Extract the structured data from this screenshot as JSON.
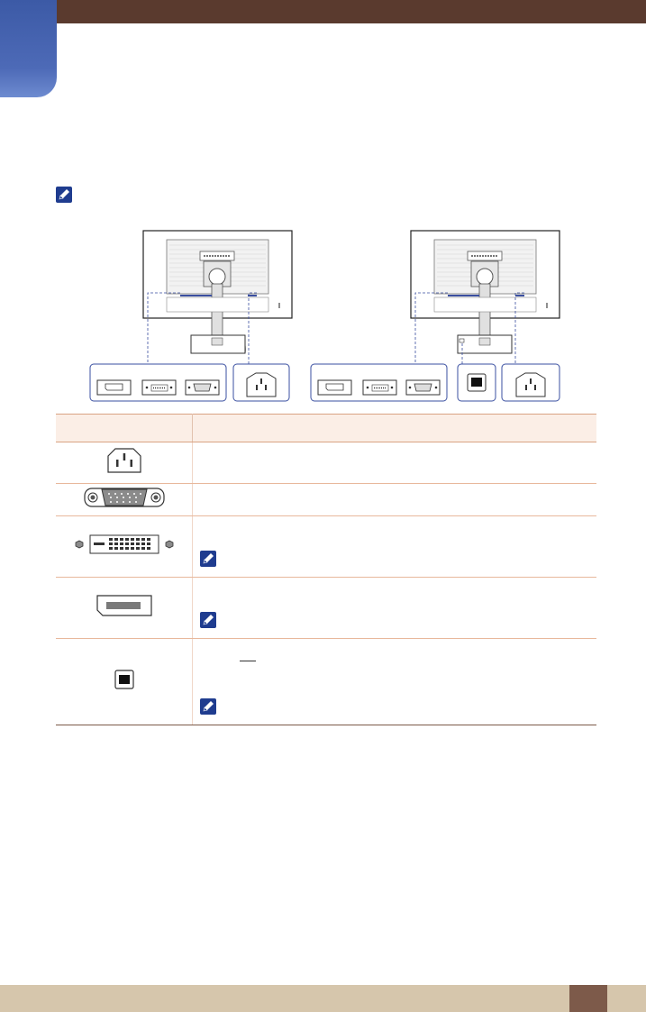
{
  "icons": {
    "note": "note-pencil-icon",
    "power_port": "power-port-icon",
    "vga_port": "vga-port-icon",
    "dvi_port": "dvi-port-icon",
    "dp_port": "displayport-icon",
    "usb_port": "usb-port-icon"
  },
  "colors": {
    "header_bar": "#5a3a2e",
    "chapter_tab": "#3c5aa6",
    "table_header_bg": "#fbeee6",
    "table_border": "#e8b89c",
    "footer_bar": "#d6c6ac",
    "page_box": "#7d5a4a",
    "diagram_line": "#3a4fa0"
  },
  "table": {
    "rows": [
      {
        "port": "power",
        "notes": 0
      },
      {
        "port": "vga",
        "notes": 0
      },
      {
        "port": "dvi",
        "notes": 1
      },
      {
        "port": "displayport",
        "notes": 1
      },
      {
        "port": "usb",
        "notes": 1
      }
    ]
  }
}
